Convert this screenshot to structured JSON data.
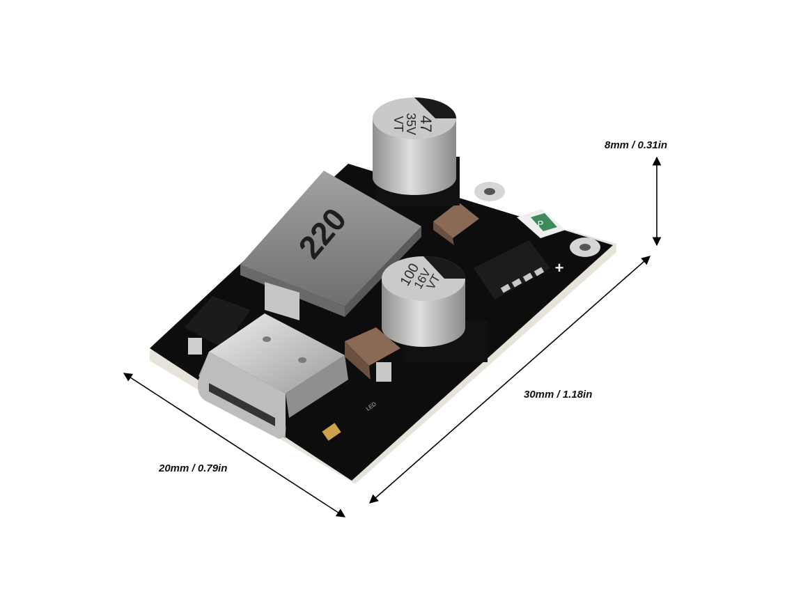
{
  "dimensions": {
    "height": "8mm / 0.31in",
    "length": "30mm / 1.18in",
    "width": "20mm / 0.79in"
  },
  "markings": {
    "inductor": "220",
    "cap_top_value": "47",
    "cap_top_voltage": "35V",
    "cap_top_code": "VT",
    "cap_mid_value": "100",
    "cap_mid_voltage": "16V",
    "cap_mid_code": "VT",
    "fuse": "P",
    "plus": "+",
    "led": "LED"
  },
  "colors": {
    "pcb": "#0d0d0e",
    "pcb_edge": "#e8e6dc",
    "inductor": "#8d8c8a",
    "capacitor": "#b9b9b7",
    "usb": "#c9c9c7",
    "fuse": "#3f8a5a",
    "arrow": "#000000"
  }
}
